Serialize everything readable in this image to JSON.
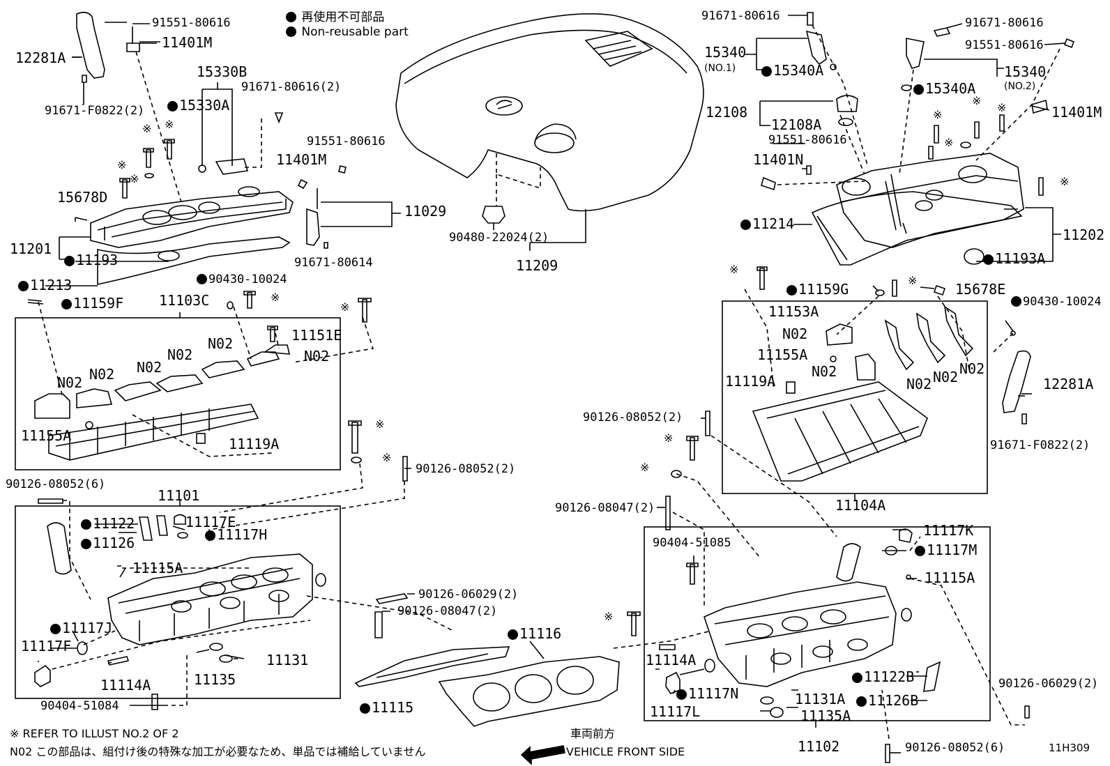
{
  "legend": {
    "jp": "再使用不可部品",
    "en": "Non-reusable part"
  },
  "diagram_id": "11H309",
  "notes": {
    "refer": "※ REFER TO ILLUST NO.2 OF 2",
    "n02": "N02 この部品は、組付け後の特殊な加工が必要なため、単品では補給していません"
  },
  "front": {
    "jp": "車両前方",
    "en": "VEHICLE FRONT SIDE"
  },
  "mark": "※",
  "parts": [
    {
      "id": "p01",
      "text": "91551-80616"
    },
    {
      "id": "p02",
      "text": "11401M"
    },
    {
      "id": "p03",
      "text": "12281A"
    },
    {
      "id": "p04",
      "text": "91671-F0822(2)"
    },
    {
      "id": "p05",
      "text": "15330B"
    },
    {
      "id": "p06",
      "text": "91671-80616(2)"
    },
    {
      "id": "p07",
      "text": "15330A"
    },
    {
      "id": "p08",
      "text": "91551-80616"
    },
    {
      "id": "p09",
      "text": "11401M"
    },
    {
      "id": "p10",
      "text": "15678D"
    },
    {
      "id": "p11",
      "text": "11029"
    },
    {
      "id": "p12",
      "text": "11201"
    },
    {
      "id": "p13",
      "text": "11193"
    },
    {
      "id": "p14",
      "text": "91671-80614"
    },
    {
      "id": "p15",
      "text": "11213"
    },
    {
      "id": "p16",
      "text": "90430-10024"
    },
    {
      "id": "p17",
      "text": "11159F"
    },
    {
      "id": "p18",
      "text": "11103C"
    },
    {
      "id": "p19",
      "text": "11151E"
    },
    {
      "id": "p20",
      "text": "N02"
    },
    {
      "id": "p21",
      "text": "N02"
    },
    {
      "id": "p22",
      "text": "N02"
    },
    {
      "id": "p23",
      "text": "N02"
    },
    {
      "id": "p24",
      "text": "N02"
    },
    {
      "id": "p25",
      "text": "N02"
    },
    {
      "id": "p26",
      "text": "11155A"
    },
    {
      "id": "p27",
      "text": "11119A"
    },
    {
      "id": "p28",
      "text": "90126-08052(6)"
    },
    {
      "id": "p29",
      "text": "11101"
    },
    {
      "id": "p30",
      "text": "90126-08052(2)"
    },
    {
      "id": "p31",
      "text": "11122"
    },
    {
      "id": "p32",
      "text": "11117E"
    },
    {
      "id": "p33",
      "text": "11126"
    },
    {
      "id": "p34",
      "text": "11117H"
    },
    {
      "id": "p35",
      "text": "11115A"
    },
    {
      "id": "p36",
      "text": "11117J"
    },
    {
      "id": "p37",
      "text": "11117F"
    },
    {
      "id": "p38",
      "text": "11114A"
    },
    {
      "id": "p39",
      "text": "11135"
    },
    {
      "id": "p40",
      "text": "11131"
    },
    {
      "id": "p41",
      "text": "90404-51084"
    },
    {
      "id": "p42",
      "text": "90126-06029(2)"
    },
    {
      "id": "p43",
      "text": "90126-08047(2)"
    },
    {
      "id": "p44",
      "text": "11116"
    },
    {
      "id": "p45",
      "text": "11115"
    },
    {
      "id": "p46",
      "text": "90480-22024(2)"
    },
    {
      "id": "p47",
      "text": "11209"
    },
    {
      "id": "p48",
      "text": "91671-80616"
    },
    {
      "id": "p49",
      "text": "15340"
    },
    {
      "id": "p50",
      "text": "(NO.1)"
    },
    {
      "id": "p51",
      "text": "15340A"
    },
    {
      "id": "p52",
      "text": "91671-80616"
    },
    {
      "id": "p53",
      "text": "91551-80616"
    },
    {
      "id": "p54",
      "text": "15340"
    },
    {
      "id": "p55",
      "text": "(NO.2)"
    },
    {
      "id": "p56",
      "text": "15340A"
    },
    {
      "id": "p57",
      "text": "12108"
    },
    {
      "id": "p58",
      "text": "12108A"
    },
    {
      "id": "p59",
      "text": "91551-80616"
    },
    {
      "id": "p60",
      "text": "11401M"
    },
    {
      "id": "p61",
      "text": "11401N"
    },
    {
      "id": "p62",
      "text": "11214"
    },
    {
      "id": "p63",
      "text": "11202"
    },
    {
      "id": "p64",
      "text": "11193A"
    },
    {
      "id": "p65",
      "text": "11159G"
    },
    {
      "id": "p66",
      "text": "15678E"
    },
    {
      "id": "p67",
      "text": "90430-10024"
    },
    {
      "id": "p68",
      "text": "11153A"
    },
    {
      "id": "p69",
      "text": "N02"
    },
    {
      "id": "p70",
      "text": "11155A"
    },
    {
      "id": "p71",
      "text": "N02"
    },
    {
      "id": "p72",
      "text": "11119A"
    },
    {
      "id": "p73",
      "text": "N02"
    },
    {
      "id": "p74",
      "text": "N02"
    },
    {
      "id": "p75",
      "text": "N02"
    },
    {
      "id": "p76",
      "text": "12281A"
    },
    {
      "id": "p77",
      "text": "90126-08052(2)"
    },
    {
      "id": "p78",
      "text": "91671-F0822(2)"
    },
    {
      "id": "p79",
      "text": "11104A"
    },
    {
      "id": "p80",
      "text": "90126-08047(2)"
    },
    {
      "id": "p81",
      "text": "90404-51085"
    },
    {
      "id": "p82",
      "text": "11117K"
    },
    {
      "id": "p83",
      "text": "11117M"
    },
    {
      "id": "p84",
      "text": "11115A"
    },
    {
      "id": "p85",
      "text": "11114A"
    },
    {
      "id": "p86",
      "text": "11122B"
    },
    {
      "id": "p87",
      "text": "11117N"
    },
    {
      "id": "p88",
      "text": "11131A"
    },
    {
      "id": "p89",
      "text": "11126B"
    },
    {
      "id": "p90",
      "text": "11117L"
    },
    {
      "id": "p91",
      "text": "11135A"
    },
    {
      "id": "p92",
      "text": "90126-06029(2)"
    },
    {
      "id": "p93",
      "text": "11102"
    },
    {
      "id": "p94",
      "text": "90126-08052(6)"
    }
  ]
}
